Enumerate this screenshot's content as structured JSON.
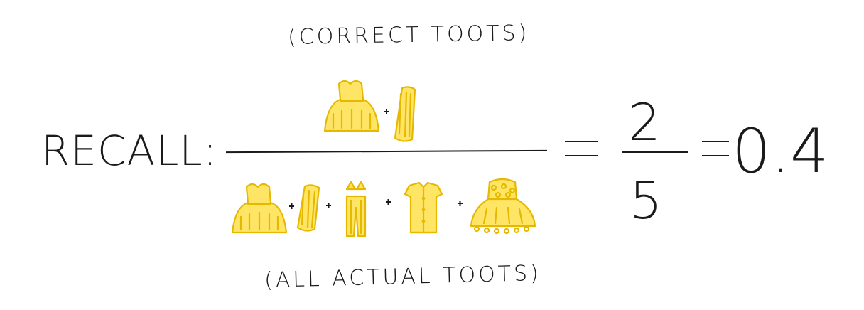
{
  "diagram": {
    "caption_top": "(CORRECT TOOTS)",
    "caption_bottom": "(ALL ACTUAL TOOTS)",
    "label": "RECALL:",
    "numerator": "2",
    "denominator": "5",
    "result": "0.4",
    "accent_color": "#e6b800",
    "fill_color": "#ffe566",
    "numerator_items": [
      "strapless-dress-icon",
      "scarf-icon"
    ],
    "denominator_items": [
      "strapless-dress-icon",
      "scarf-icon",
      "bikini-pants-icon",
      "shirt-dress-icon",
      "polka-dot-dress-icon"
    ]
  }
}
